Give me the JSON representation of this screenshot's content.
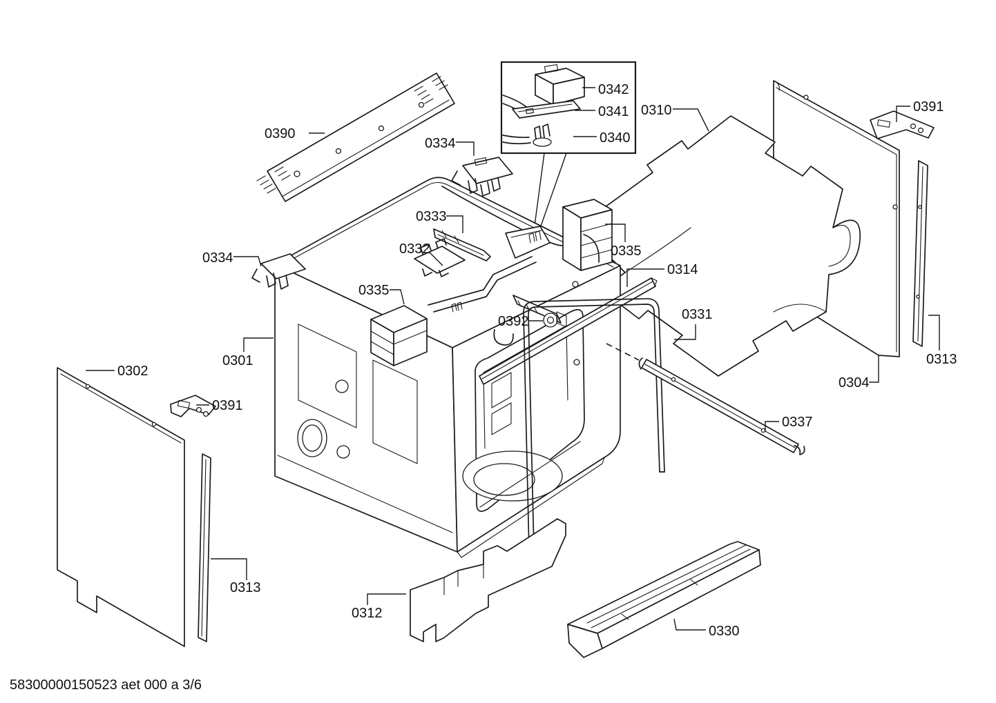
{
  "page": {
    "background": "#ffffff",
    "ink": "#1a1a1a",
    "footer_code": "58300000150523 aet 000 a 3/6"
  },
  "callouts": {
    "c0390": "0390",
    "c0342": "0342",
    "c0341": "0341",
    "c0340": "0340",
    "c0310": "0310",
    "c0391r": "0391",
    "c0334t": "0334",
    "c0333": "0333",
    "c0332": "0332",
    "c0334l": "0334",
    "c0335r": "0335",
    "c0314": "0314",
    "c0331": "0331",
    "c0335l": "0335",
    "c0392": "0392",
    "c0301": "0301",
    "c0302": "0302",
    "c0391l": "0391",
    "c0304": "0304",
    "c0313r": "0313",
    "c0337": "0337",
    "c0313l": "0313",
    "c0312": "0312",
    "c0330": "0330"
  }
}
